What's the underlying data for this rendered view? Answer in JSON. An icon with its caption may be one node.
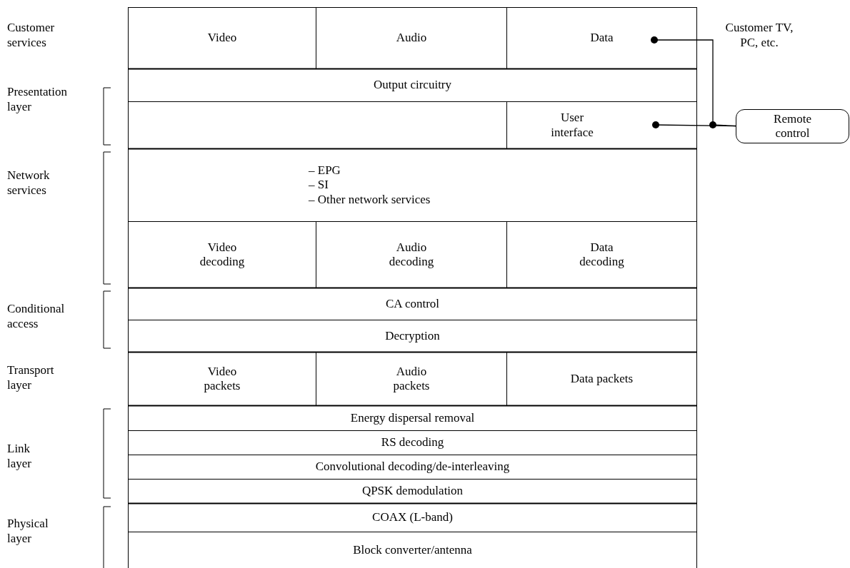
{
  "diagram": {
    "nodes": [
      {
        "text": [
          "Video"
        ]
      },
      {
        "text": [
          "Audio"
        ]
      },
      {
        "text": [
          "Data"
        ]
      },
      {
        "text": [
          "Output circuitry"
        ]
      },
      {
        "text": [],
        "shape": "box"
      },
      {
        "text": [
          "User interface"
        ]
      },
      {
        "text": [
          "– EPG",
          "– SI",
          "– Other network services"
        ]
      },
      {
        "text": [
          "Video decoding"
        ]
      },
      {
        "text": [
          "Audio decoding"
        ]
      },
      {
        "text": [
          "Data decoding"
        ]
      },
      {
        "text": [
          "CA control"
        ]
      },
      {
        "text": [
          "Decryption"
        ]
      },
      {
        "text": [
          "Video packets"
        ]
      },
      {
        "text": [
          "Audio packets"
        ]
      },
      {
        "text": [
          "Data packets"
        ]
      },
      {
        "text": [
          "Energy dispersal removal"
        ]
      },
      {
        "text": [
          "RS decoding"
        ]
      },
      {
        "text": [
          "Convolutional decoding/de-interleaving"
        ]
      },
      {
        "text": [
          "QPSK demodulation"
        ]
      },
      {
        "text": [
          "COAX (L-band)"
        ]
      },
      {
        "text": [
          "Block converter/antenna"
        ]
      },
      {
        "text": [
          "Remote control"
        ]
      }
    ],
    "edges": [
      {
        "from": 2,
        "to": 21,
        "arrow": "other"
      },
      {
        "from": 5,
        "to": 21,
        "arrow": "other"
      }
    ],
    "labels": [
      "Customer services",
      "Customer TV, PC, etc.",
      "Presentation layer",
      "Network services",
      "Conditional access",
      "Transport layer",
      "Link layer",
      "Physical layer"
    ]
  }
}
